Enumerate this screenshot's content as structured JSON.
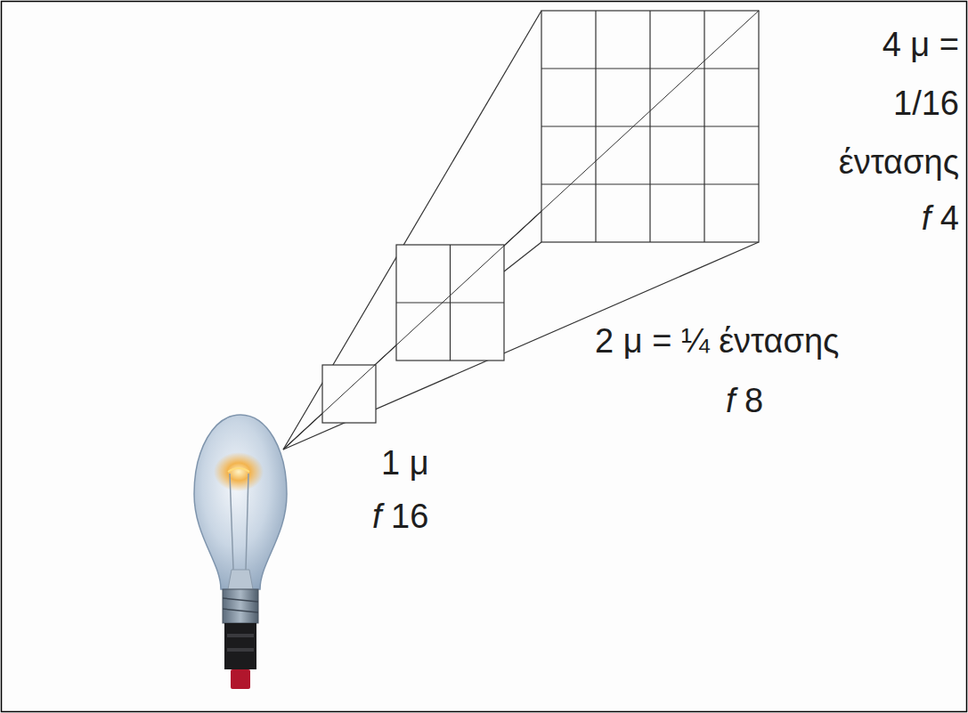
{
  "diagram": {
    "labels": [
      "4 μ = 1/16 έντασης",
      "f 4",
      "2 μ = ¼ έντασης",
      "f 8",
      "1 μ",
      "f 16"
    ]
  }
}
